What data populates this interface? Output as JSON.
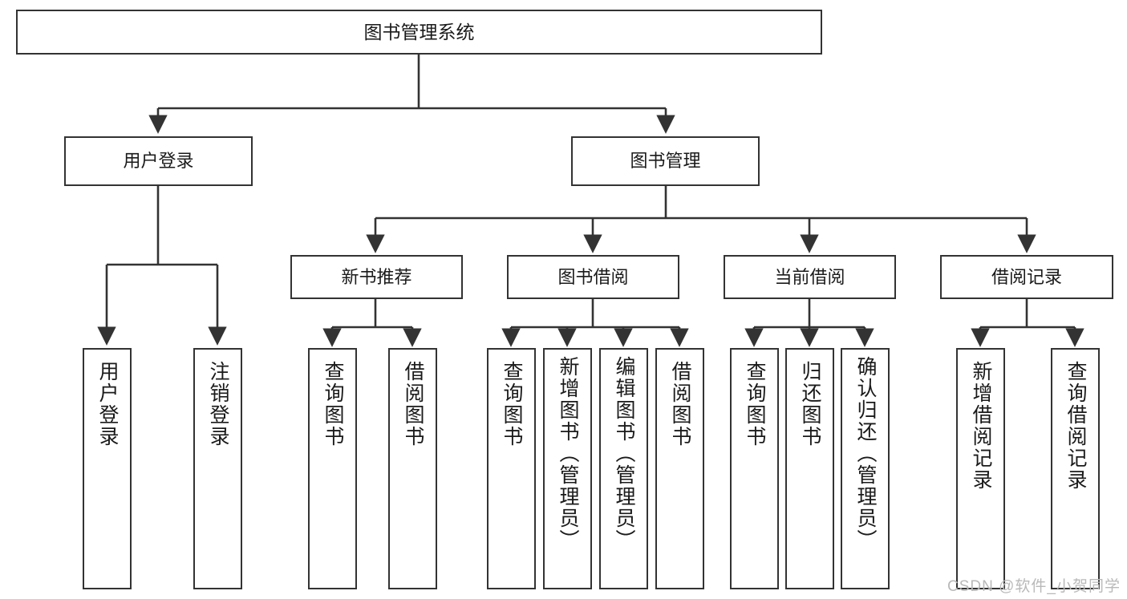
{
  "diagram": {
    "title": "图书管理系统",
    "watermark": "CSDN @软件_小贺同学",
    "accent_color": "#333333",
    "background_color": "#ffffff",
    "text_color": "#1a1a1a",
    "watermark_color": "#b9b9b9"
  },
  "nodes": {
    "root": {
      "label": "图书管理系统"
    },
    "level2": [
      {
        "label": "用户登录"
      },
      {
        "label": "图书管理"
      }
    ],
    "level3": [
      {
        "label": "新书推荐"
      },
      {
        "label": "图书借阅"
      },
      {
        "label": "当前借阅"
      },
      {
        "label": "借阅记录"
      }
    ],
    "leaves": {
      "user_login": [
        {
          "label": "用户登录"
        },
        {
          "label": "注销登录"
        }
      ],
      "new_book_recommend": [
        {
          "label": "查询图书"
        },
        {
          "label": "借阅图书"
        }
      ],
      "book_borrow": [
        {
          "label": "查询图书"
        },
        {
          "label": "新增图书（管理员）"
        },
        {
          "label": "编辑图书（管理员）"
        },
        {
          "label": "借阅图书"
        }
      ],
      "current_borrow": [
        {
          "label": "查询图书"
        },
        {
          "label": "归还图书"
        },
        {
          "label": "确认归还（管理员）"
        }
      ],
      "borrow_record": [
        {
          "label": "新增借阅记录"
        },
        {
          "label": "查询借阅记录"
        }
      ]
    }
  }
}
